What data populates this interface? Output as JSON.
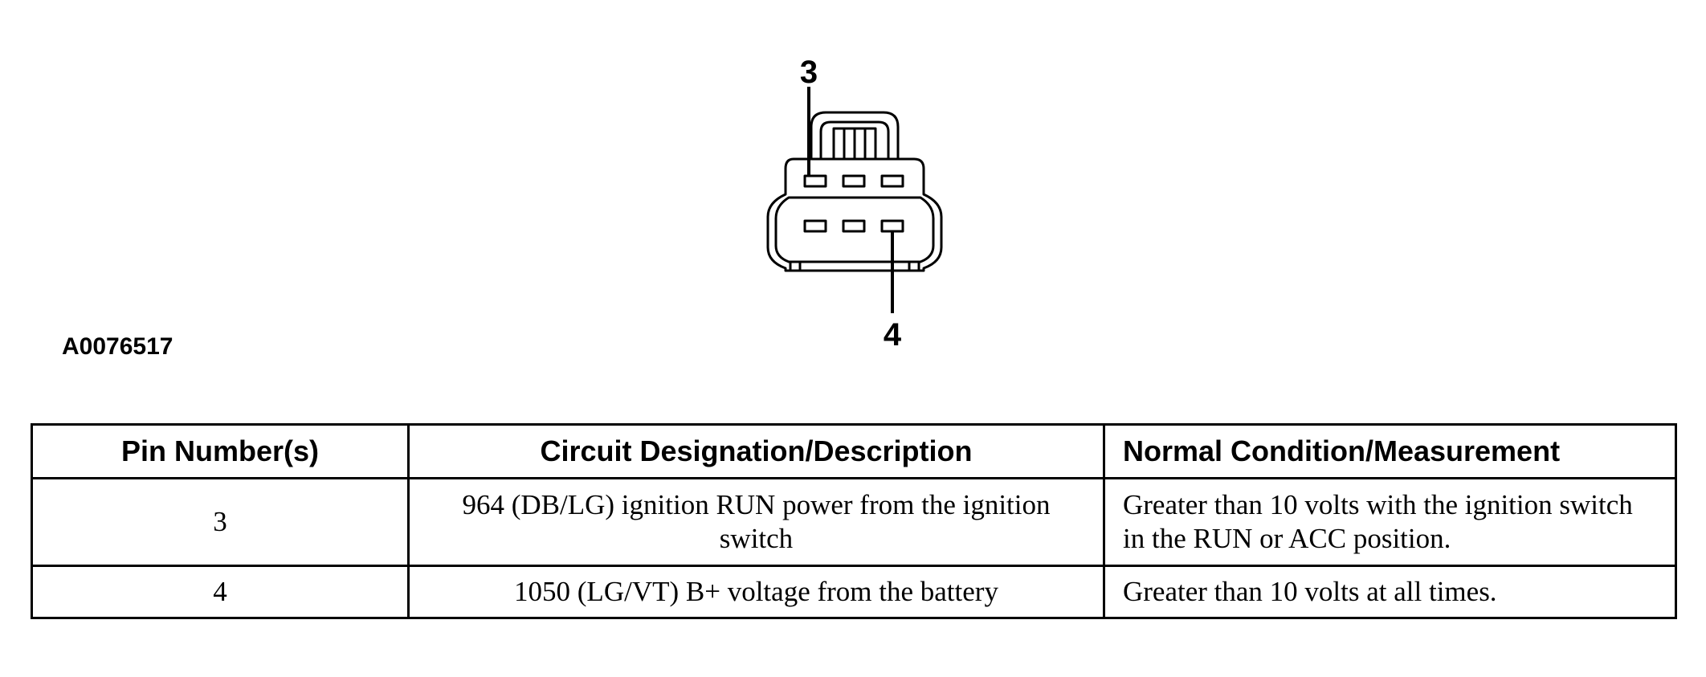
{
  "figure": {
    "id": "A0076517",
    "callouts": [
      "3",
      "4"
    ]
  },
  "table": {
    "headers": [
      "Pin Number(s)",
      "Circuit Designation/Description",
      "Normal Condition/Measurement"
    ],
    "rows": [
      {
        "pin": "3",
        "circuit": "964 (DB/LG) ignition RUN power from the ignition switch",
        "condition": "Greater than 10 volts with the ignition switch in the RUN or ACC position."
      },
      {
        "pin": "4",
        "circuit": "1050 (LG/VT) B+ voltage from the battery",
        "condition": "Greater than 10 volts at all times."
      }
    ]
  }
}
